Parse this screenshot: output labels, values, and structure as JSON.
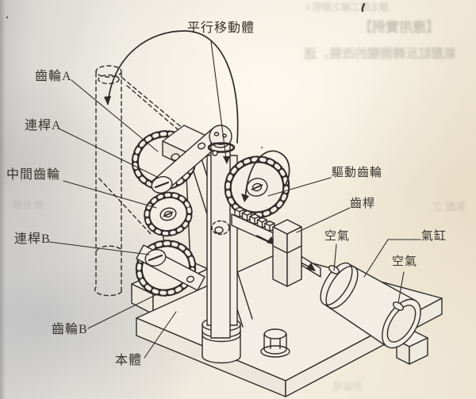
{
  "figure": {
    "type": "scanned-technical-illustration",
    "subject": "pneumatic rack-and-gear parallel motion mechanism",
    "labels": [
      {
        "id": "parallel-moving-body",
        "text": "平行移動體"
      },
      {
        "id": "gear-a",
        "text": "齒輪A"
      },
      {
        "id": "link-a",
        "text": "連桿A"
      },
      {
        "id": "intermediate-gear",
        "text": "中間齒輪"
      },
      {
        "id": "link-b",
        "text": "連桿B"
      },
      {
        "id": "gear-b",
        "text": "齒輪B"
      },
      {
        "id": "body",
        "text": "本體"
      },
      {
        "id": "drive-gear",
        "text": "驅動齒輪"
      },
      {
        "id": "rack",
        "text": "齒桿"
      },
      {
        "id": "air-left",
        "text": "空氣"
      },
      {
        "id": "air-cylinder",
        "text": "氣缸"
      },
      {
        "id": "air-right",
        "text": "空氣"
      }
    ],
    "colors": {
      "paper_left": "#c6c5c3",
      "paper_center": "#f1ebdf",
      "paper_right": "#eee5d2",
      "ink": "#2e2b28",
      "label_ink": "#36322d",
      "bleed_ink": "#6e6a5c"
    }
  },
  "artifacts": {
    "bleedthrough": [
      {
        "text": "讓太閤工緣之證明 9"
      },
      {
        "text": "【應用實例】"
      },
      {
        "text": "氣壓缸反轉開關的改裝，迷"
      },
      {
        "text": "氣壓 之"
      },
      {
        "text": "規 反轉"
      },
      {
        "text": "的區域"
      }
    ]
  }
}
